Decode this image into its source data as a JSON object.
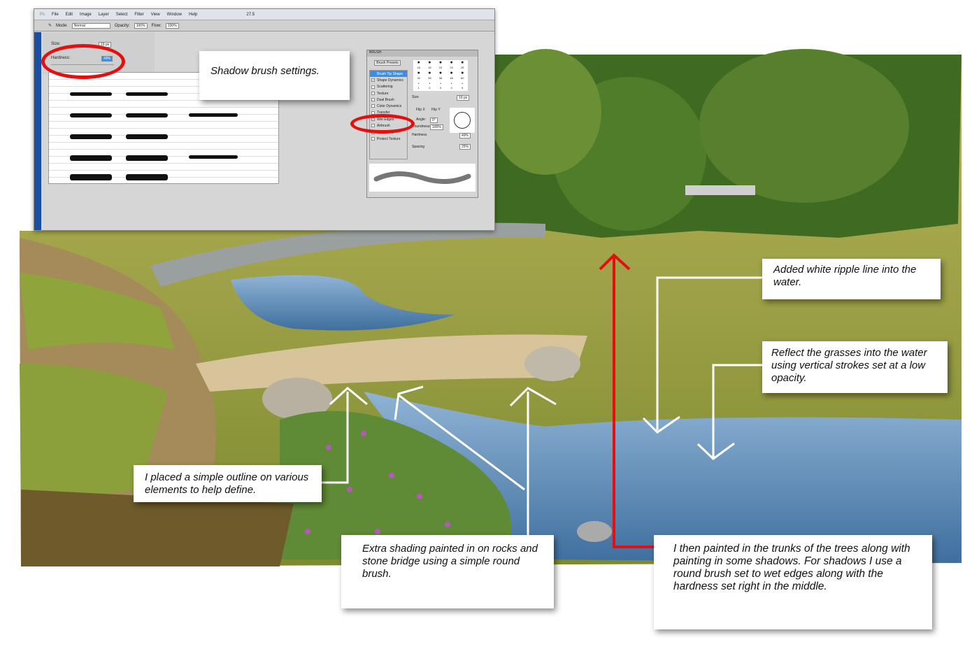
{
  "photoshop": {
    "menu": [
      "Ps",
      "File",
      "Edit",
      "Image",
      "Layer",
      "Select",
      "Filter",
      "View",
      "Window",
      "Help"
    ],
    "zoom": "27.5",
    "options": {
      "mode_label": "Mode:",
      "mode": "Normal",
      "opacity_label": "Opacity:",
      "opacity": "100%",
      "flow_label": "Flow:",
      "flow": "100%"
    },
    "size_label": "Size:",
    "size_value": "19 px",
    "hardness_label": "Hardness:",
    "hardness_value": "49%",
    "brush_panel": {
      "title": "BRUSH",
      "presets_button": "Brush Presets",
      "items": [
        {
          "label": "Brush Tip Shape",
          "checked": false
        },
        {
          "label": "Shape Dynamics",
          "checked": true
        },
        {
          "label": "Scattering",
          "checked": false
        },
        {
          "label": "Texture",
          "checked": false
        },
        {
          "label": "Dual Brush",
          "checked": false
        },
        {
          "label": "Color Dynamics",
          "checked": false
        },
        {
          "label": "Transfer",
          "checked": false
        },
        {
          "label": "Wet Edges",
          "checked": true
        },
        {
          "label": "Airbrush",
          "checked": false
        },
        {
          "label": "Smoothing",
          "checked": true
        },
        {
          "label": "Protect Texture",
          "checked": false
        }
      ],
      "tip_sizes": [
        "16",
        "18",
        "19",
        "24",
        "28",
        "32",
        "36",
        "38",
        "48",
        "60",
        "1",
        "2",
        "3",
        "4",
        "5"
      ],
      "size_label": "Size",
      "size_value": "19 px",
      "flipx": "Flip X",
      "flipy": "Flip Y",
      "angle_label": "Angle:",
      "angle": "0°",
      "roundness_label": "Roundness:",
      "roundness": "100%",
      "hardness_label": "Hardness",
      "hardness": "49%",
      "spacing_label": "Spacing",
      "spacing": "25%"
    }
  },
  "callouts": {
    "shadow_brush": "Shadow brush settings.",
    "ripple": "Added white ripple line into the water.",
    "reflect": "Reflect the grasses into the water using vertical strokes set at a low opacity.",
    "outline": "I placed a simple outline on various elements to help define.",
    "shading": "Extra shading painted in on rocks and stone bridge using a simple round brush.",
    "trunks": "I then painted in the trunks of the trees along with painting in some shadows.  For shadows I use a round brush set to wet edges along with the hardness set right in the middle."
  },
  "colors": {
    "annotation_red": "#e31010",
    "water": "#5b8fc0",
    "grass": "#a8a640",
    "trees": "#3f6a22",
    "path": "#b89a6a"
  }
}
